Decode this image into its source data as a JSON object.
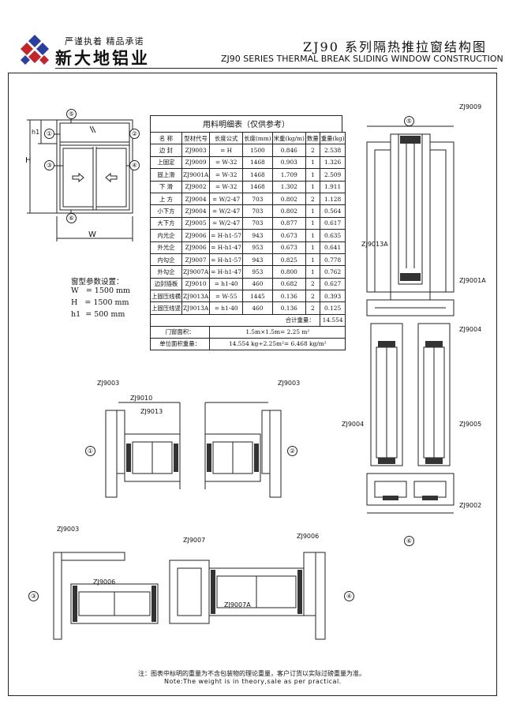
{
  "header": {
    "slogan": "严谨执着  精品承诺",
    "company": "新大地铝业",
    "title_cn": "ZJ90 系列隔热推拉窗结构图",
    "title_en": "ZJ90   SERIES THERMAL BREAK SLIDING WINDOW CONSTRUCTION"
  },
  "elevation": {
    "label_H": "H",
    "label_W": "W",
    "label_h1": "h1",
    "markers": [
      "①",
      "②",
      "③",
      "④",
      "⑤",
      "⑥"
    ]
  },
  "params": {
    "title": "窗型参数设置：",
    "rows": [
      {
        "name": "W",
        "value": "=  1500  mm"
      },
      {
        "name": "H",
        "value": "=  1500  mm"
      },
      {
        "name": "h1",
        "value": "=   500   mm"
      }
    ]
  },
  "table": {
    "title": "用料明细表（仅供参考）",
    "headers": [
      "名 称",
      "型材代号",
      "长度公式",
      "长度(mm)",
      "米重(kg/m)",
      "数量",
      "重量(kg)"
    ],
    "rows": [
      [
        "边 封",
        "ZJ9003",
        "= H",
        "1500",
        "0.846",
        "2",
        "2.538"
      ],
      [
        "上固定",
        "ZJ9009",
        "= W-32",
        "1468",
        "0.903",
        "1",
        "1.326"
      ],
      [
        "固上滑",
        "ZJ9001A",
        "= W-32",
        "1468",
        "1.709",
        "1",
        "2.509"
      ],
      [
        "下 滑",
        "ZJ9002",
        "= W-32",
        "1468",
        "1.302",
        "1",
        "1.911"
      ],
      [
        "上 方",
        "ZJ9004",
        "= W/2-47",
        "703",
        "0.802",
        "2",
        "1.128"
      ],
      [
        "小下方",
        "ZJ9004",
        "= W/2-47",
        "703",
        "0.802",
        "1",
        "0.564"
      ],
      [
        "大下方",
        "ZJ9005",
        "= W/2-47",
        "703",
        "0.877",
        "1",
        "0.617"
      ],
      [
        "内光企",
        "ZJ9006",
        "= H-h1-57",
        "943",
        "0.673",
        "1",
        "0.635"
      ],
      [
        "外光企",
        "ZJ9006",
        "= H-h1-47",
        "953",
        "0.673",
        "1",
        "0.641"
      ],
      [
        "内勾企",
        "ZJ9007",
        "= H-h1-57",
        "943",
        "0.825",
        "1",
        "0.778"
      ],
      [
        "外勾企",
        "ZJ9007A",
        "= H-h1-47",
        "953",
        "0.800",
        "1",
        "0.762"
      ],
      [
        "边封插板",
        "ZJ9010",
        "= h1-40",
        "460",
        "0.682",
        "2",
        "0.627"
      ],
      [
        "上固压线横",
        "ZJ9013A",
        "= W-55",
        "1445",
        "0.136",
        "2",
        "0.393"
      ],
      [
        "上固压线竖",
        "ZJ9013A",
        "= h1-40",
        "460",
        "0.136",
        "2",
        "0.125"
      ]
    ],
    "total_label": "合计重量：",
    "total_value": "14.554",
    "area_label": "门窗面积：",
    "area_value": "1.5m×1.5m= 2.25 m²",
    "unit_label": "单位面积重量：",
    "unit_value": "14.554 kg÷2.25m²= 6.468 kg/m²"
  },
  "part_labels": {
    "p9009": "ZJ9009",
    "p9013a": "ZJ9013A",
    "p9001a": "ZJ9001A",
    "p9004a": "ZJ9004",
    "p9004b": "ZJ9004",
    "p9005": "ZJ9005",
    "p9002": "ZJ9002",
    "p9003a": "ZJ9003",
    "p9010": "ZJ9010",
    "p9013": "ZJ9013",
    "p9003b": "ZJ9003",
    "p9003c": "ZJ9003",
    "p9007": "ZJ9007",
    "p9006a": "ZJ9006",
    "p9006b": "ZJ9006",
    "p9007a": "ZJ9007A"
  },
  "notes": {
    "cn": "注：图表中标明的重量为不含包装物的理论重量，客户订货以实际过磅重量为准。",
    "en": "Note:The weight is in theory,sale as per practical."
  }
}
